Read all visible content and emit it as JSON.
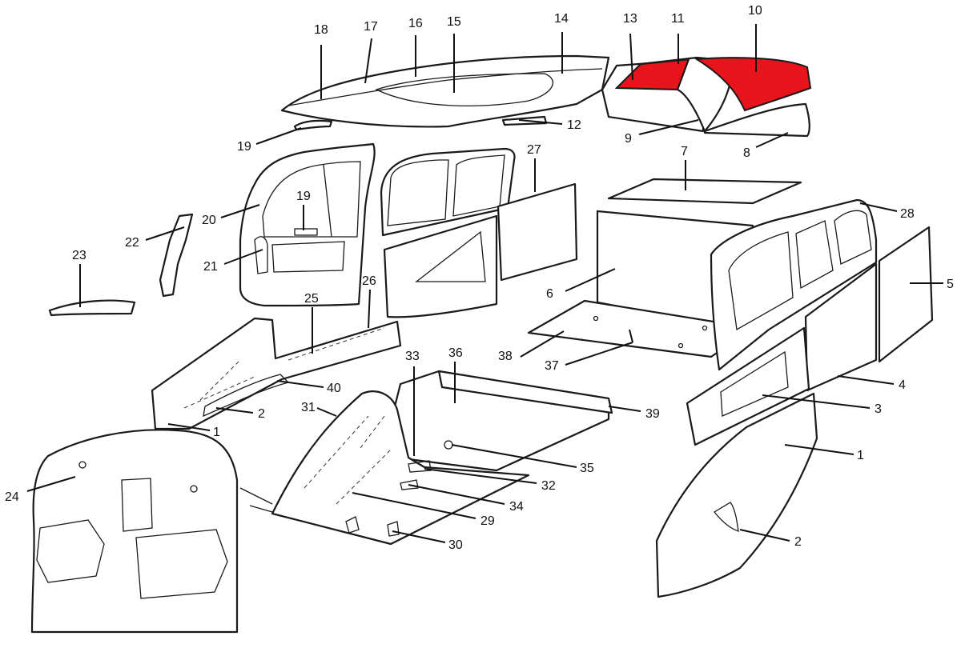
{
  "highlight_color": "#e8141c",
  "callouts": {
    "c1a": "1",
    "c2a": "2",
    "c1b": "1",
    "c2b": "2",
    "c3": "3",
    "c4": "4",
    "c5": "5",
    "c6": "6",
    "c7": "7",
    "c8": "8",
    "c9": "9",
    "c10": "10",
    "c11": "11",
    "c12": "12",
    "c13": "13",
    "c14": "14",
    "c15": "15",
    "c16": "16",
    "c17": "17",
    "c18": "18",
    "c19a": "19",
    "c19b": "19",
    "c20": "20",
    "c21": "21",
    "c22": "22",
    "c23": "23",
    "c24": "24",
    "c25": "25",
    "c26": "26",
    "c27": "27",
    "c28": "28",
    "c29": "29",
    "c30": "30",
    "c31": "31",
    "c32": "32",
    "c33": "33",
    "c34": "34",
    "c35": "35",
    "c36": "36",
    "c37": "37",
    "c38": "38",
    "c39": "39",
    "c40": "40"
  }
}
